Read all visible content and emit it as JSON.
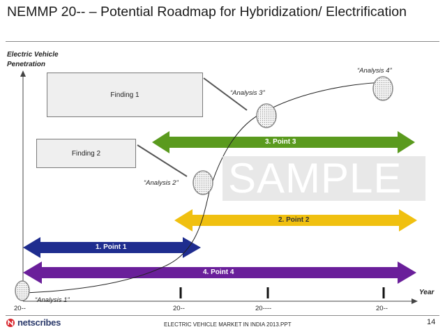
{
  "title": "NEMMP 20-- – Potential Roadmap for Hybridization/ Electrification",
  "axes": {
    "ylabel_line1": "Electric Vehicle",
    "ylabel_line2": "Penetration",
    "xlabel": "Year"
  },
  "findings": [
    {
      "label": "Finding 1"
    },
    {
      "label": "Finding 2"
    }
  ],
  "analyses": [
    {
      "label": "“Analysis 1”"
    },
    {
      "label": "“Analysis 2”"
    },
    {
      "label": "“Analysis 3”"
    },
    {
      "label": "“Analysis 4”"
    }
  ],
  "arrows": [
    {
      "label": "3. Point 3",
      "color": "#5a9a1e"
    },
    {
      "label": "2. Point 2",
      "color": "#f0c010"
    },
    {
      "label": "1. Point 1",
      "color": "#1f2d8f"
    },
    {
      "label": "4. Point 4",
      "color": "#6a1f9a"
    }
  ],
  "years": [
    "20--",
    "20--",
    "20----",
    "20--"
  ],
  "watermark": "SAMPLE",
  "footer": {
    "logo_text": "netscribes",
    "text": "ELECTRIC VEHICLE MARKET IN INDIA 2013.PPT",
    "page": "14"
  }
}
